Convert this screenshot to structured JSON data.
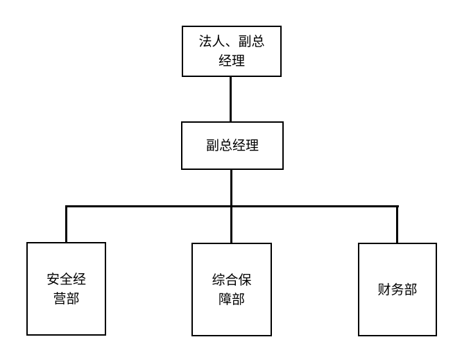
{
  "page": {
    "background_color": "#ffffff"
  },
  "diagram": {
    "type": "org-chart",
    "line_color": "#000000",
    "box_border_color": "#000000",
    "box_fill_color": "#ffffff",
    "text_color": "#000000",
    "nodes": {
      "root": {
        "label": "法人、副总经理",
        "lines": [
          "法人、副总",
          "经理"
        ]
      },
      "deputy": {
        "label": "副总经理",
        "lines": [
          "副总经理"
        ]
      },
      "dept1": {
        "label": "安全经营部",
        "lines": [
          "安全经",
          "营部"
        ]
      },
      "dept2": {
        "label": "综合保障部",
        "lines": [
          "综合保",
          "障部"
        ]
      },
      "dept3": {
        "label": "财务部",
        "lines": [
          "财务部"
        ]
      }
    },
    "edges": [
      {
        "from": "root",
        "to": "deputy"
      },
      {
        "from": "deputy",
        "to": "dept1"
      },
      {
        "from": "deputy",
        "to": "dept2"
      },
      {
        "from": "deputy",
        "to": "dept3"
      }
    ]
  }
}
